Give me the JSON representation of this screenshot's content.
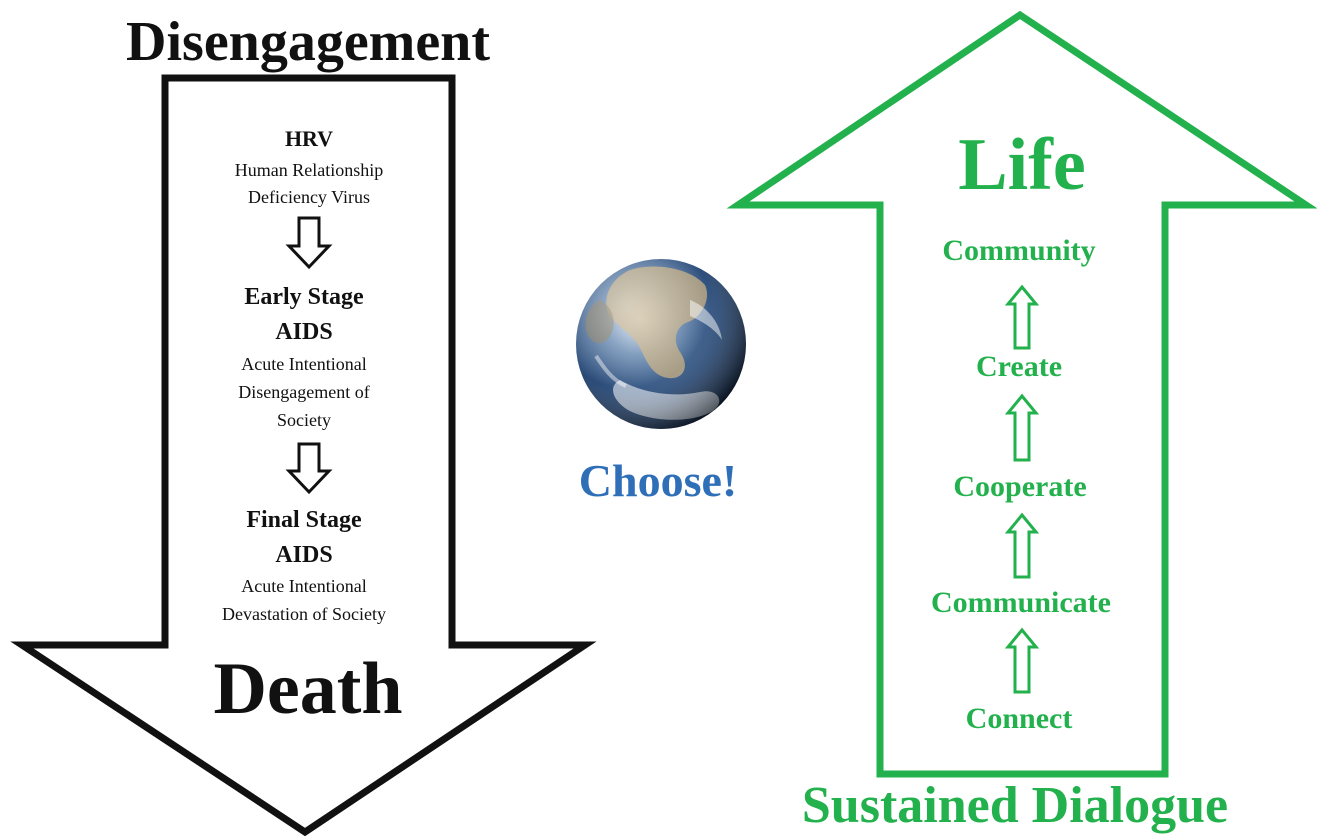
{
  "left": {
    "title": "Disengagement",
    "bottom_label": "Death",
    "items": [
      {
        "heading": "HRV",
        "desc_lines": [
          "Human Relationship",
          "Deficiency Virus"
        ]
      },
      {
        "heading_lines": [
          "Early Stage",
          "AIDS"
        ],
        "desc_lines": [
          "Acute Intentional",
          "Disengagement of",
          "Society"
        ]
      },
      {
        "heading_lines": [
          "Final Stage",
          "AIDS"
        ],
        "desc_lines": [
          "Acute Intentional",
          "Devastation of Society"
        ]
      }
    ]
  },
  "center": {
    "globe": "earth-globe-icon",
    "label": "Choose!"
  },
  "right": {
    "top_label": "Life",
    "bottom_label": "Sustained Dialogue",
    "steps": [
      "Community",
      "Create",
      "Cooperate",
      "Communicate",
      "Connect"
    ]
  },
  "colors": {
    "black": "#111111",
    "green": "#22b14c",
    "blue": "#2f6fb8"
  }
}
